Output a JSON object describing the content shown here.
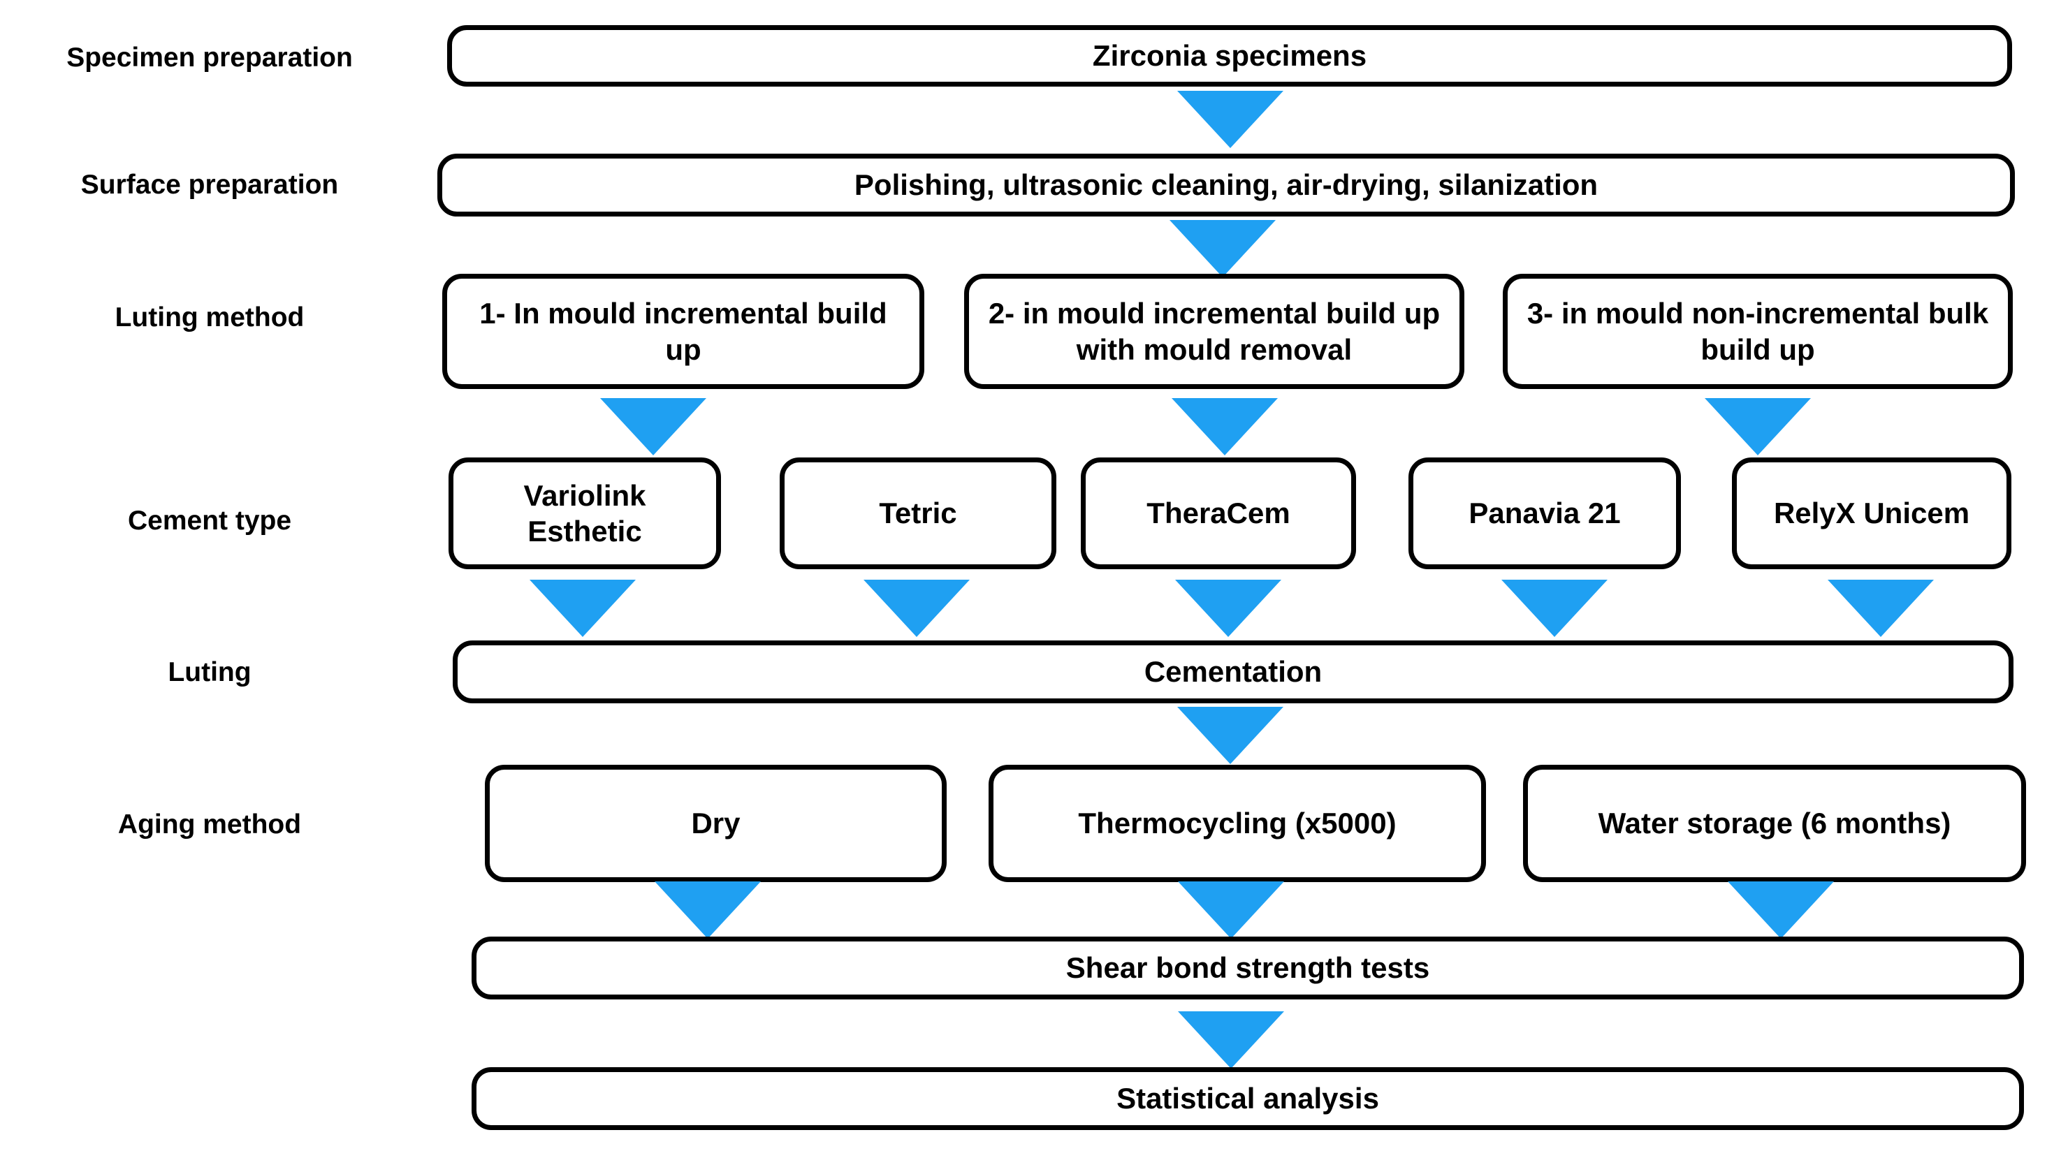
{
  "colors": {
    "arrow": "#1FA0F2",
    "box_border": "#000000",
    "box_fill": "#FFFFFF",
    "text": "#000000",
    "background": "#FFFFFF"
  },
  "row_labels": [
    "Specimen preparation",
    "Surface preparation",
    "Luting method",
    "Cement type",
    "Luting",
    "Aging method"
  ],
  "boxes": {
    "specimen": "Zirconia specimens",
    "surface": "Polishing, ultrasonic cleaning, air-drying, silanization",
    "luting_methods": [
      "1- In mould incremental build up",
      "2- in mould incremental build up with mould removal",
      "3- in mould non-incremental bulk build up"
    ],
    "cement_types": [
      "Variolink Esthetic",
      "Tetric",
      "TheraCem",
      "Panavia 21",
      "RelyX Unicem"
    ],
    "luting": "Cementation",
    "aging_methods": [
      "Dry",
      "Thermocycling (x5000)",
      "Water storage (6 months)"
    ],
    "test": "Shear bond strength tests",
    "analysis": "Statistical analysis"
  }
}
